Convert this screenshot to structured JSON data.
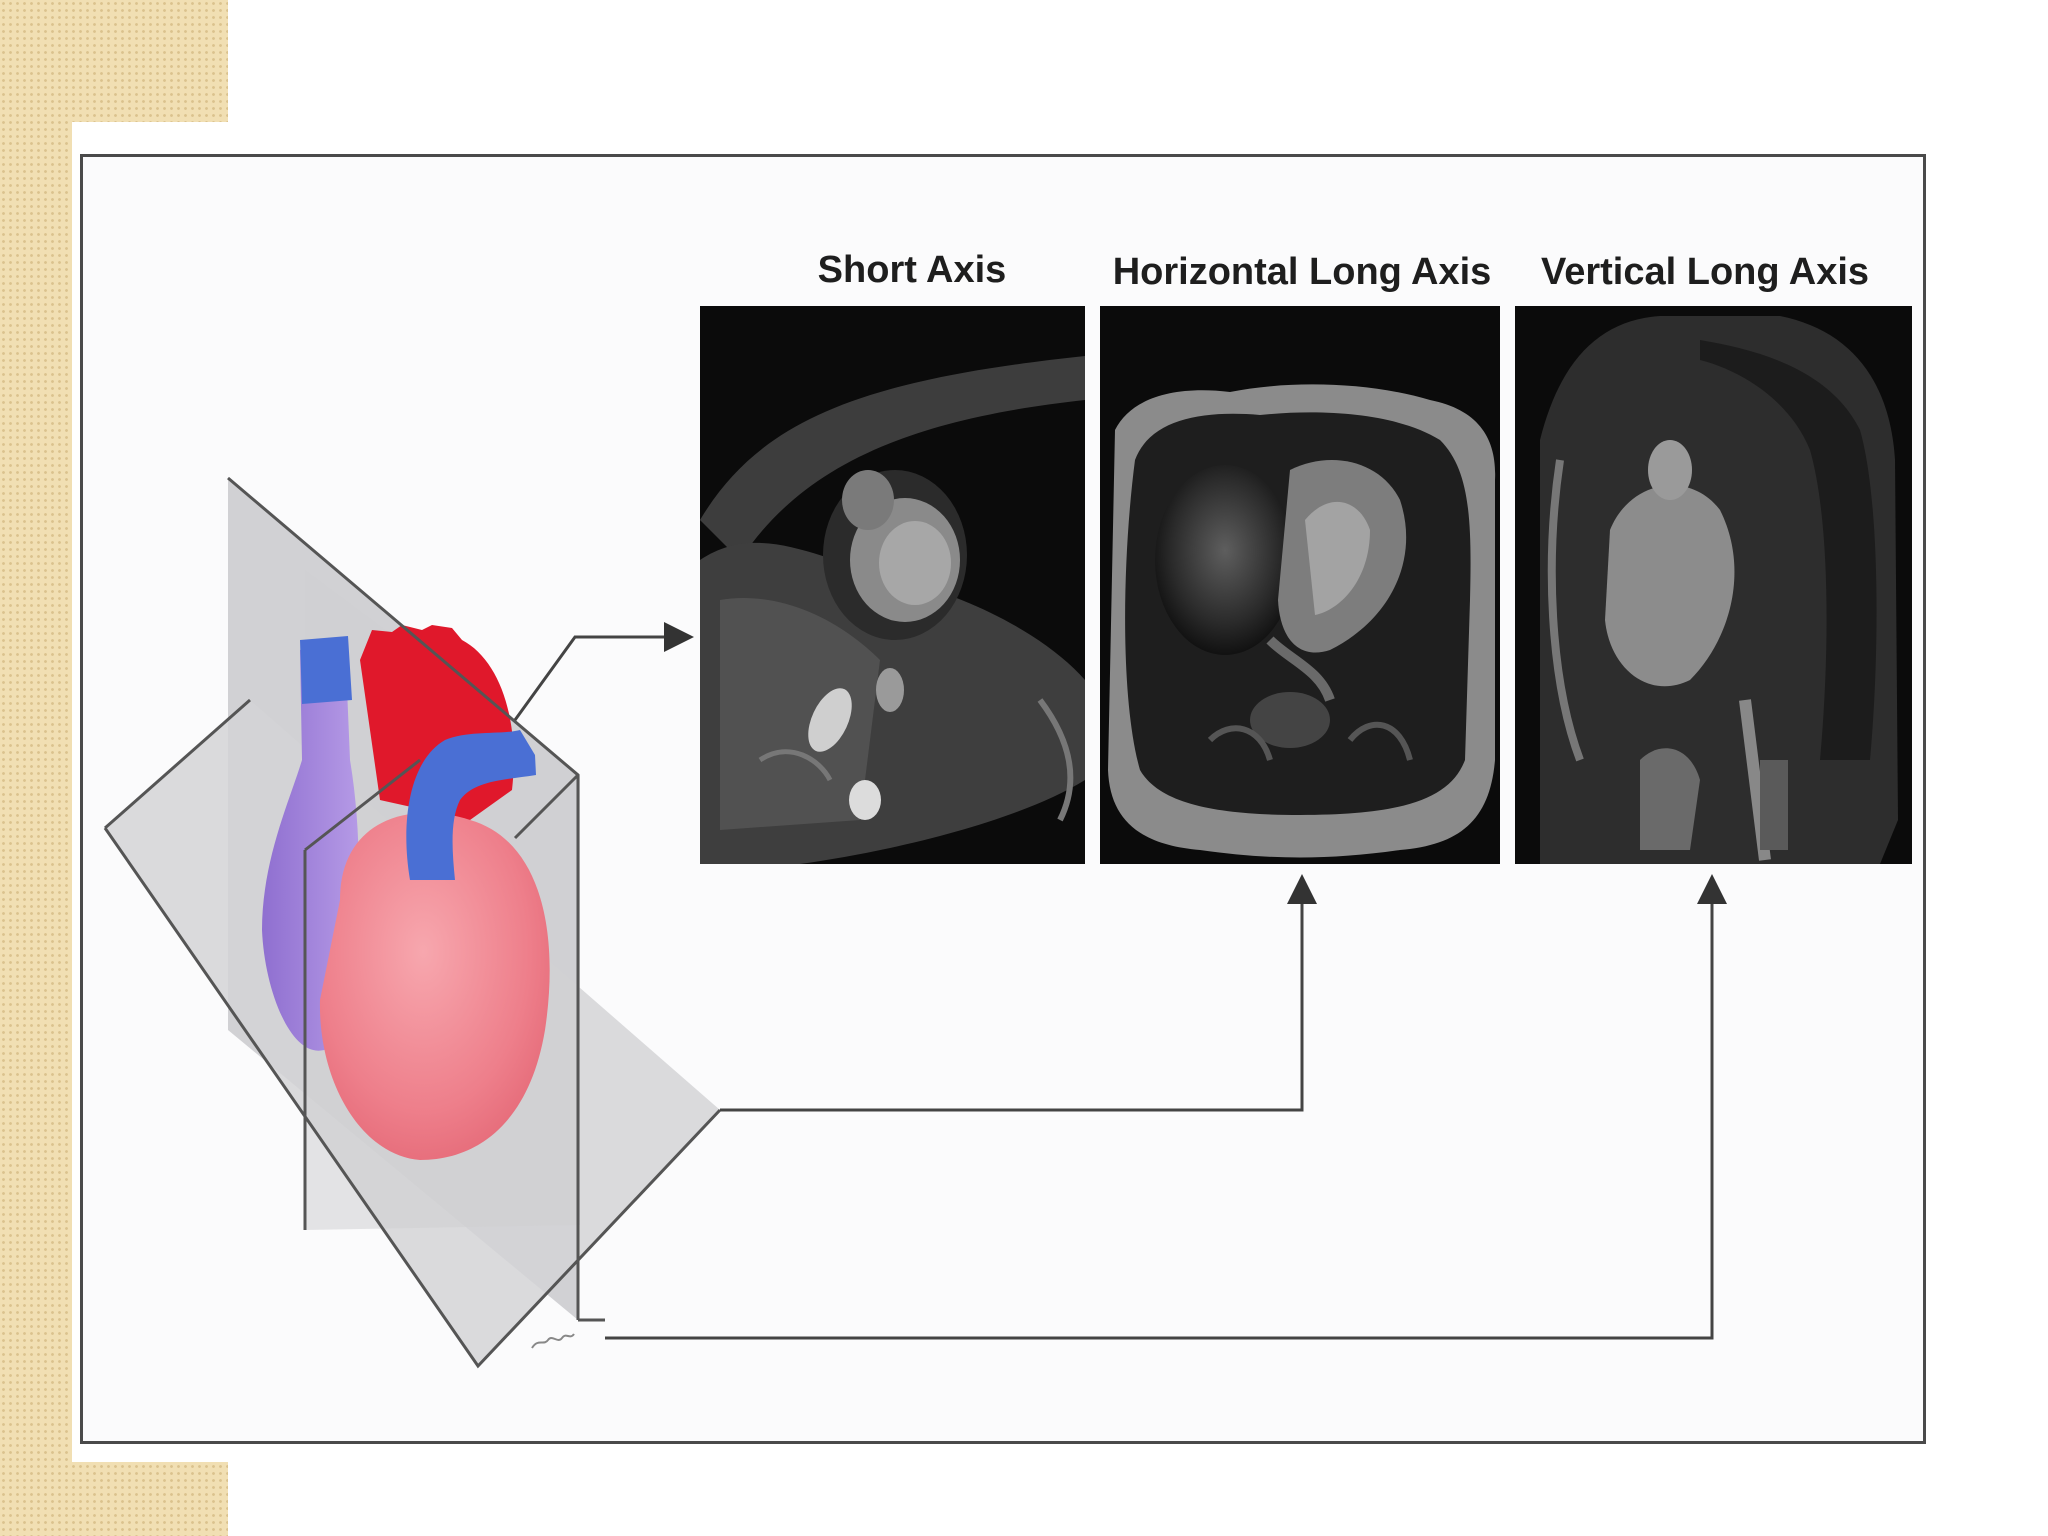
{
  "figure": {
    "views": [
      {
        "id": "short-axis",
        "title": "Short Axis"
      },
      {
        "id": "horizontal-long-axis",
        "title": "Horizontal Long Axis"
      },
      {
        "id": "vertical-long-axis",
        "title": "Vertical Long Axis"
      }
    ]
  },
  "colors": {
    "frame": "#4a4a4a",
    "aorta": "#e0182b",
    "vena_cava": "#4a6fd4",
    "pulmonary_artery": "#4a6fd4",
    "ventricle": "#f08a95",
    "plane": "#b8b8b8",
    "strip": "#f1dfb3"
  }
}
